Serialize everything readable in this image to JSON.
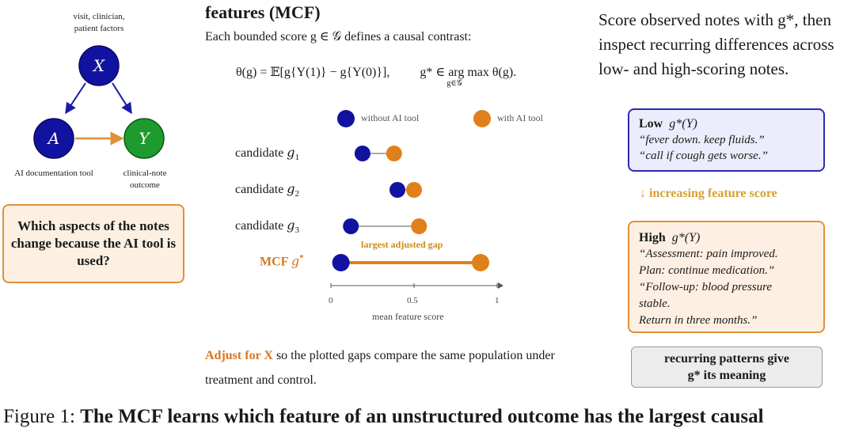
{
  "dag": {
    "x_label": "visit, clinician, patient factors",
    "x_node": "X",
    "a_node": "A",
    "y_node": "Y",
    "a_label": "AI documentation tool",
    "y_label": "clinical-note outcome",
    "colors": {
      "x": "#1a1aa6",
      "a": "#1a1aa6",
      "y": "#1f9a2e",
      "arrow_blue": "#1a1aa6",
      "arrow_orange": "#e0903a"
    }
  },
  "question": "Which aspects of the notes change because the AI tool is used?",
  "middle": {
    "title": "features (MCF)",
    "intro": "Each bounded score g ∈ 𝒢 defines a causal contrast:",
    "formula_theta": "θ(g) = 𝔼[g{Y(1)} − g{Y(0)}],",
    "formula_gstar": "g* ∈ arg max θ(g).",
    "formula_sub": "g∈𝒢",
    "adjust_prefix": "Adjust for X",
    "adjust_text": " so the plotted gaps compare the same population under treatment and control."
  },
  "chart_data": {
    "type": "scatter",
    "subtype": "dumbbell",
    "legend": [
      "without AI tool",
      "with AI tool"
    ],
    "legend_placement": "top",
    "categories": [
      "candidate g1",
      "candidate g2",
      "candidate g3",
      "MCF g*"
    ],
    "series": [
      {
        "name": "without AI tool",
        "values": [
          0.19,
          0.4,
          0.12,
          0.06
        ],
        "color": "#1212a0"
      },
      {
        "name": "with AI tool",
        "values": [
          0.38,
          0.5,
          0.53,
          0.9
        ],
        "color": "#e0801a"
      }
    ],
    "annotation": "largest adjusted gap",
    "xlabel": "mean feature score",
    "xticks": [
      "0",
      "0.5",
      "1"
    ],
    "xlim": [
      0,
      1
    ],
    "grid": false
  },
  "right": {
    "intro": "Score observed notes with g*, then inspect recurring differences across low- and high-scoring notes.",
    "low_head": "Low",
    "low_func": "g*(Y)",
    "low_quotes": [
      "“fever down. keep fluids.”",
      "“call if cough gets worse.”"
    ],
    "increasing": "↓ increasing feature score",
    "high_head": "High",
    "high_func": "g*(Y)",
    "high_quotes": [
      "“Assessment: pain improved.",
      "Plan: continue medication.”",
      "“Follow-up: blood pressure",
      "stable.",
      "Return in three months.”"
    ],
    "pattern_line1": "recurring patterns give",
    "pattern_line2": "g* its meaning"
  },
  "caption": {
    "prefix": "Figure 1: ",
    "bold": "The MCF learns which feature of an unstructured outcome has the largest causal"
  }
}
